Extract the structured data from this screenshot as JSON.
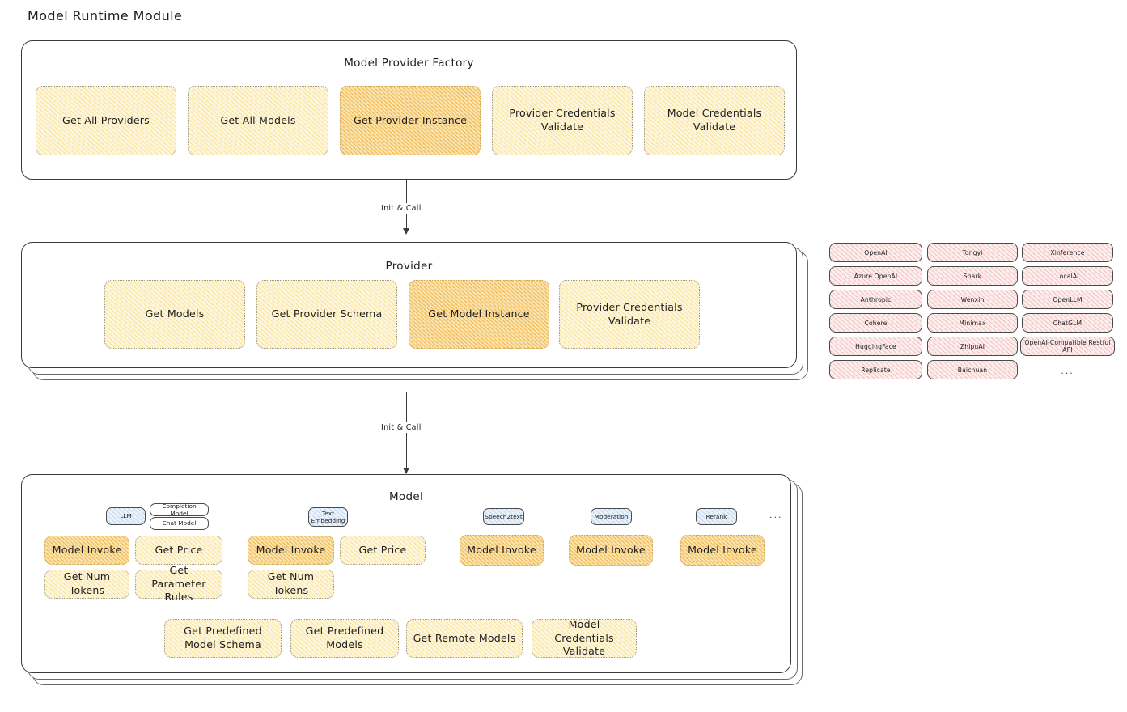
{
  "page": {
    "title": "Model Runtime Module"
  },
  "factory": {
    "title": "Model Provider Factory",
    "nodes": [
      {
        "label": "Get All Providers",
        "highlight": false
      },
      {
        "label": "Get All Models",
        "highlight": false
      },
      {
        "label": "Get Provider Instance",
        "highlight": true
      },
      {
        "label": "Provider Credentials Validate",
        "highlight": false
      },
      {
        "label": "Model Credentials Validate",
        "highlight": false
      }
    ]
  },
  "arrow1": {
    "label": "Init & Call"
  },
  "provider": {
    "title": "Provider",
    "nodes": [
      {
        "label": "Get Models",
        "highlight": false
      },
      {
        "label": "Get Provider Schema",
        "highlight": false
      },
      {
        "label": "Get Model Instance",
        "highlight": true
      },
      {
        "label": "Provider Credentials Validate",
        "highlight": false
      }
    ]
  },
  "provider_list": {
    "columns": [
      [
        "OpenAI",
        "Azure OpenAI",
        "Anthropic",
        "Cohere",
        "HuggingFace",
        "Replicate"
      ],
      [
        "Tongyi",
        "Spark",
        "Wenxin",
        "Minimax",
        "ZhipuAI",
        "Baichuan"
      ],
      [
        "Xinference",
        "LocalAI",
        "OpenLLM",
        "ChatGLM",
        "OpenAI-Compatible Restful API",
        "..."
      ]
    ]
  },
  "arrow2": {
    "label": "Init & Call"
  },
  "model": {
    "title": "Model",
    "ellipsis": "...",
    "types": [
      {
        "badge": "LLM",
        "sub_badges": [
          "Completion Model",
          "Chat Model"
        ],
        "methods": [
          {
            "label": "Model Invoke",
            "highlight": true
          },
          {
            "label": "Get Price",
            "highlight": false
          },
          {
            "label": "Get Num Tokens",
            "highlight": false
          },
          {
            "label": "Get Parameter Rules",
            "highlight": false
          }
        ]
      },
      {
        "badge": "Text Embedding",
        "sub_badges": [],
        "methods": [
          {
            "label": "Model Invoke",
            "highlight": true
          },
          {
            "label": "Get Price",
            "highlight": false
          },
          {
            "label": "Get Num Tokens",
            "highlight": false
          }
        ]
      },
      {
        "badge": "Speech2text",
        "sub_badges": [],
        "methods": [
          {
            "label": "Model Invoke",
            "highlight": true
          }
        ]
      },
      {
        "badge": "Moderation",
        "sub_badges": [],
        "methods": [
          {
            "label": "Model Invoke",
            "highlight": true
          }
        ]
      },
      {
        "badge": "Rerank",
        "sub_badges": [],
        "methods": [
          {
            "label": "Model Invoke",
            "highlight": true
          }
        ]
      }
    ],
    "common": [
      "Get Predefined Model Schema",
      "Get Predefined Models",
      "Get Remote Models",
      "Model Credentials Validate"
    ]
  },
  "colors": {
    "stroke": "#3a3a3a",
    "node_yellow": "#fdf6dd",
    "node_orange": "#fbe3ae",
    "chip_pink": "#fdeeee",
    "badge_blue": "#eaf3fb"
  }
}
